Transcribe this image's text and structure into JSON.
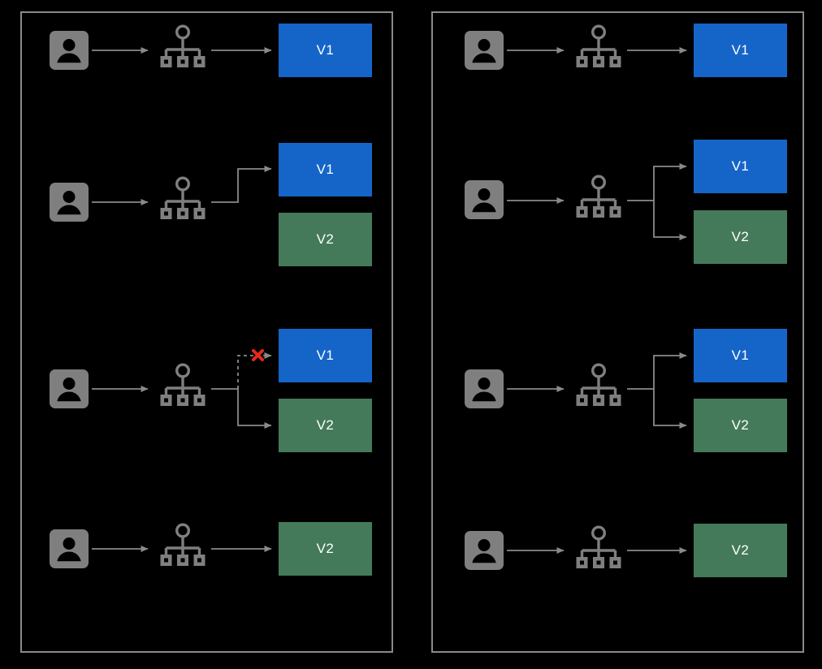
{
  "diagram": {
    "type": "architecture-flow",
    "background_color": "#000000",
    "panel_border_color": "#8a8a8a",
    "line_color": "#8a8a8a",
    "blocked_marker_color": "#e8291c",
    "icon_color": "#7f7f7f",
    "labels": {
      "v1": "V1",
      "v2": "V2"
    },
    "colors": {
      "v1_box": "#1565c9",
      "v2_box": "#447a59",
      "label_text": "#ffffff"
    },
    "panels": [
      {
        "id": "left",
        "name": "left-panel",
        "rows": [
          {
            "id": "left-row-1",
            "user": "user-icon",
            "router": "router-icon",
            "targets": [
              "V1"
            ],
            "edges": [
              {
                "to": "V1",
                "style": "solid",
                "blocked": false
              }
            ]
          },
          {
            "id": "left-row-2",
            "user": "user-icon",
            "router": "router-icon",
            "targets": [
              "V1",
              "V2"
            ],
            "edges": [
              {
                "to": "V1",
                "style": "solid",
                "blocked": false
              },
              {
                "to": "V2",
                "style": "none",
                "blocked": false
              }
            ]
          },
          {
            "id": "left-row-3",
            "user": "user-icon",
            "router": "router-icon",
            "targets": [
              "V1",
              "V2"
            ],
            "edges": [
              {
                "to": "V1",
                "style": "dashed",
                "blocked": true
              },
              {
                "to": "V2",
                "style": "solid",
                "blocked": false
              }
            ]
          },
          {
            "id": "left-row-4",
            "user": "user-icon",
            "router": "router-icon",
            "targets": [
              "V2"
            ],
            "edges": [
              {
                "to": "V2",
                "style": "solid",
                "blocked": false
              }
            ]
          }
        ]
      },
      {
        "id": "right",
        "name": "right-panel",
        "rows": [
          {
            "id": "right-row-1",
            "user": "user-icon",
            "router": "router-icon",
            "targets": [
              "V1"
            ],
            "edges": [
              {
                "to": "V1",
                "style": "solid",
                "blocked": false
              }
            ]
          },
          {
            "id": "right-row-2",
            "user": "user-icon",
            "router": "router-icon",
            "targets": [
              "V1",
              "V2"
            ],
            "edges": [
              {
                "to": "V1",
                "style": "solid",
                "blocked": false
              },
              {
                "to": "V2",
                "style": "solid",
                "blocked": false
              }
            ]
          },
          {
            "id": "right-row-3",
            "user": "user-icon",
            "router": "router-icon",
            "targets": [
              "V1",
              "V2"
            ],
            "edges": [
              {
                "to": "V1",
                "style": "solid",
                "blocked": false
              },
              {
                "to": "V2",
                "style": "solid",
                "blocked": false
              }
            ]
          },
          {
            "id": "right-row-4",
            "user": "user-icon",
            "router": "router-icon",
            "targets": [
              "V2"
            ],
            "edges": [
              {
                "to": "V2",
                "style": "solid",
                "blocked": false
              }
            ]
          }
        ]
      }
    ]
  }
}
